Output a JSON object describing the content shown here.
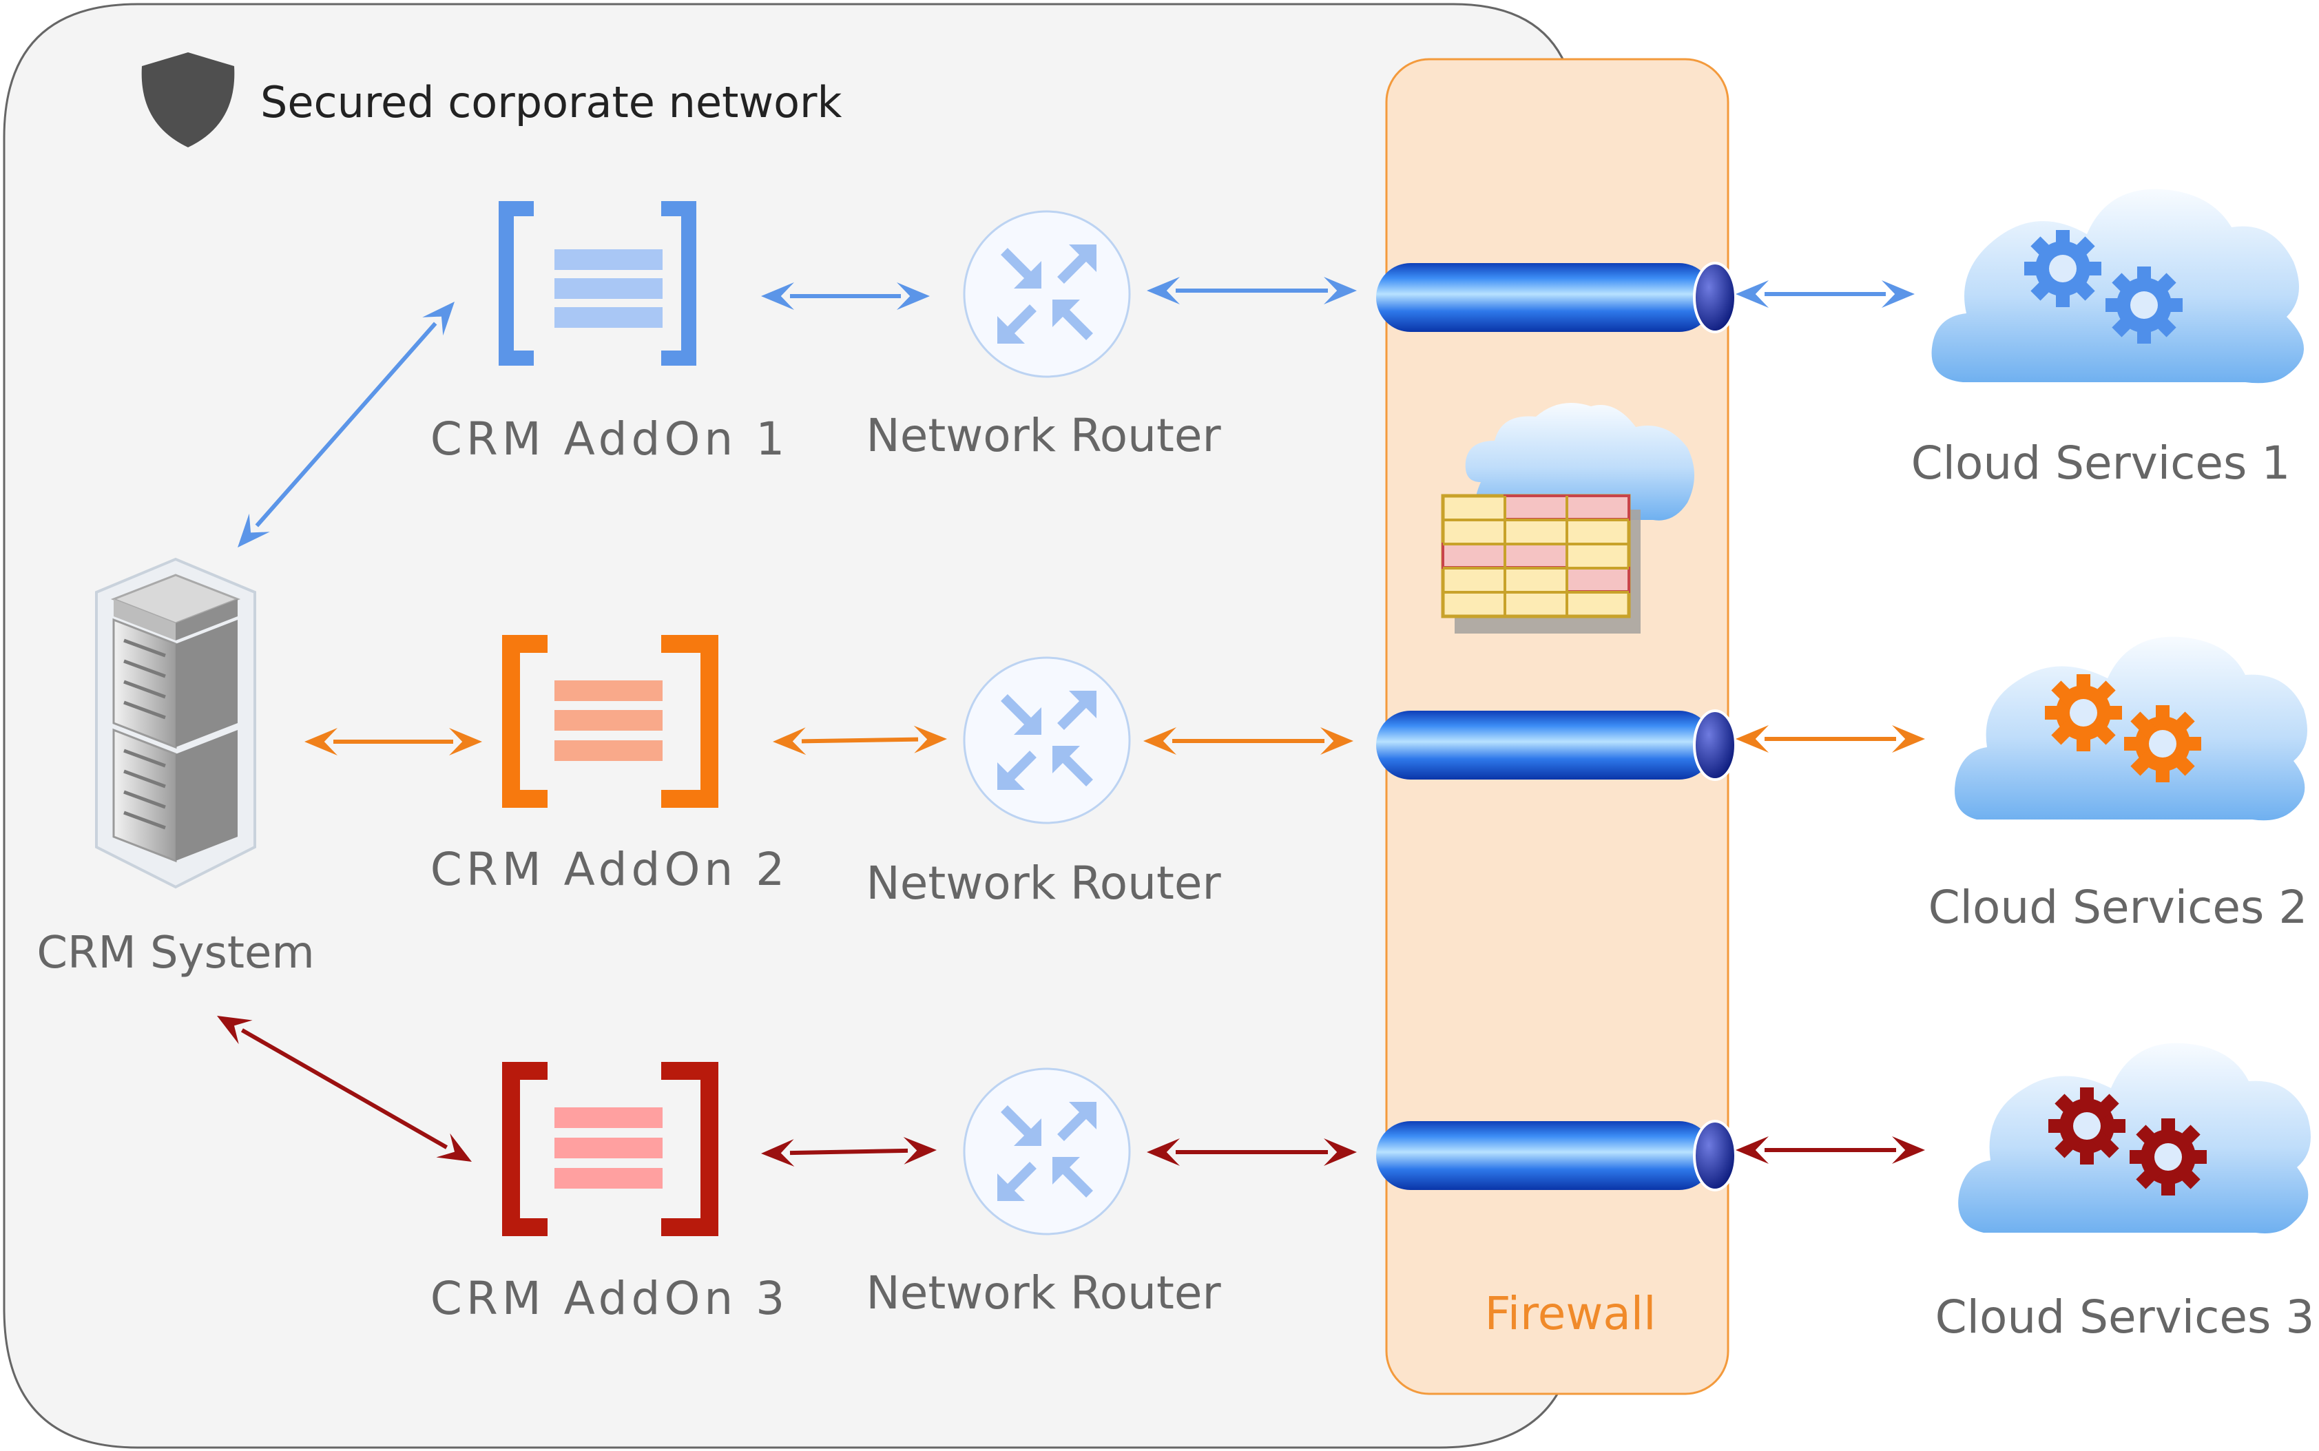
{
  "network": {
    "title": "Secured corporate network"
  },
  "crm_system": {
    "label": "CRM System"
  },
  "addons": [
    {
      "label": "CRM AddOn 1"
    },
    {
      "label": "CRM AddOn 2"
    },
    {
      "label": "CRM AddOn 3"
    }
  ],
  "routers": [
    {
      "label": "Network Router"
    },
    {
      "label": "Network Router"
    },
    {
      "label": "Network Router"
    }
  ],
  "firewall": {
    "label": "Firewall"
  },
  "clouds": [
    {
      "label": "Cloud Services 1"
    },
    {
      "label": "Cloud Services 2"
    },
    {
      "label": "Cloud Services 3"
    }
  ],
  "colors": {
    "blue": "#5B95E8",
    "orange": "#F0801A",
    "red": "#9B1010",
    "firewall_fill": "#FCE4CC",
    "firewall_stroke": "#F39A3C",
    "network_fill": "#F4F4F4",
    "label_gray": "#666666"
  }
}
